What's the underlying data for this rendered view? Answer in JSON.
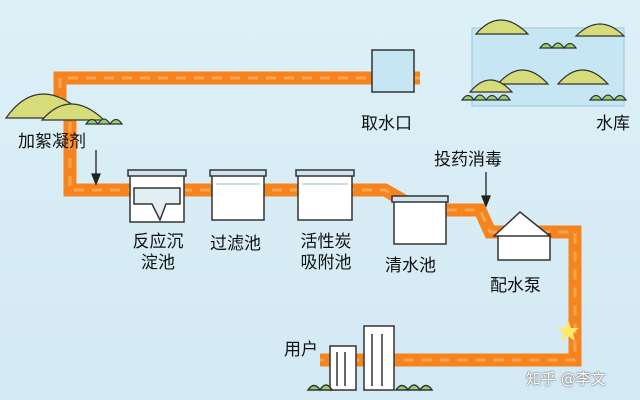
{
  "labels": {
    "reservoir": "水库",
    "intake": "取水口",
    "coagulant": "加絮凝剂",
    "disinfect": "投药消毒",
    "sediment_l1": "反应沉",
    "sediment_l2": "淀池",
    "filter": "过滤池",
    "carbon_l1": "活性炭",
    "carbon_l2": "吸附池",
    "clear": "清水池",
    "pump": "配水泵",
    "user": "用户"
  },
  "watermark": {
    "brand": "知乎",
    "author": "@李文"
  },
  "colors": {
    "pipe": "#f5841f",
    "water": "#c7e6f4",
    "tank_edge": "#333333",
    "tree": "#d7dc7a",
    "shrub": "#8fd36a"
  }
}
